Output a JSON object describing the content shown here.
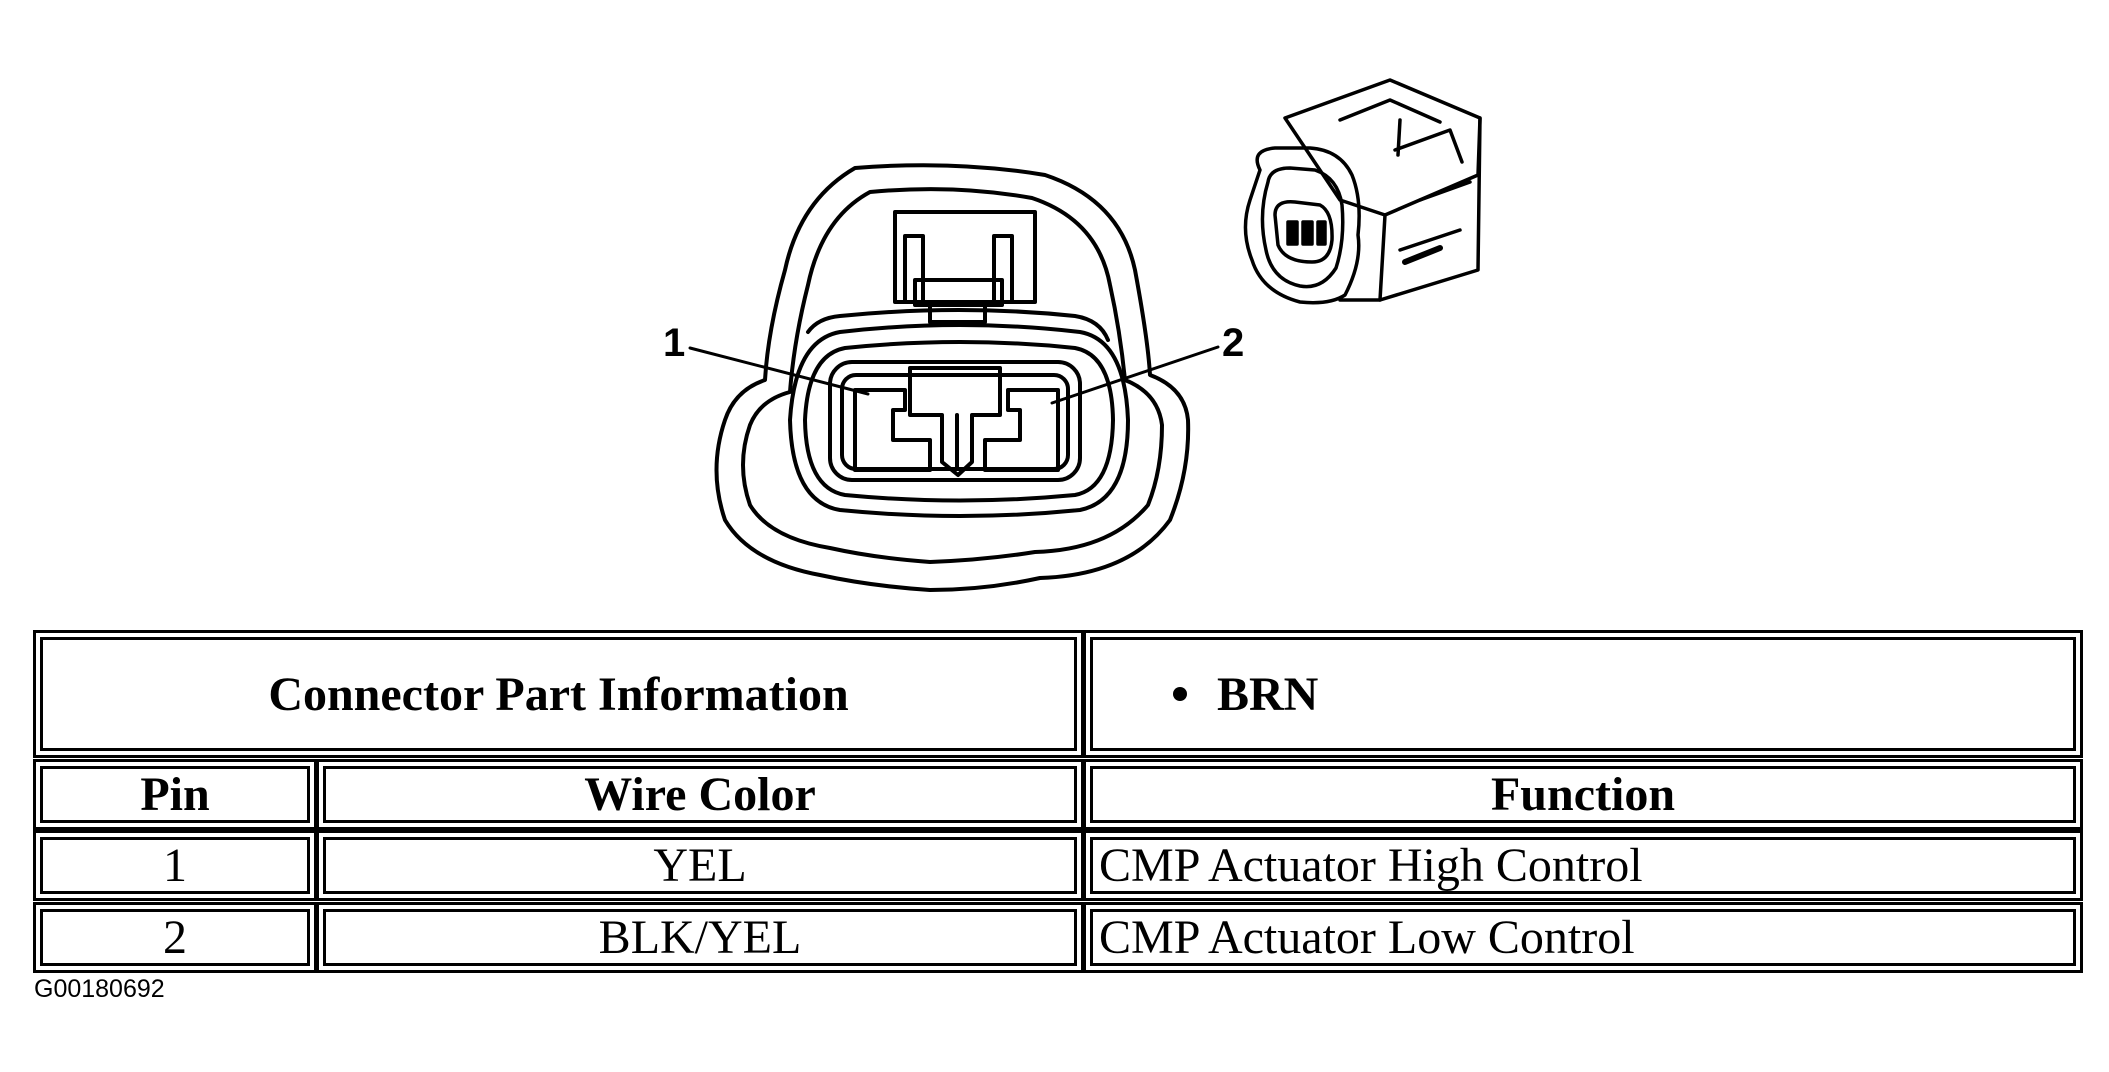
{
  "diagram": {
    "pin_labels": [
      "1",
      "2"
    ]
  },
  "table": {
    "title": "Connector Part Information",
    "part_info": [
      "BRN"
    ],
    "headers": {
      "pin": "Pin",
      "wire_color": "Wire Color",
      "function": "Function"
    },
    "rows": [
      {
        "pin": "1",
        "wire_color": "YEL",
        "function": "CMP Actuator High Control"
      },
      {
        "pin": "2",
        "wire_color": "BLK/YEL",
        "function": "CMP Actuator Low Control"
      }
    ]
  },
  "figure_id": "G00180692"
}
